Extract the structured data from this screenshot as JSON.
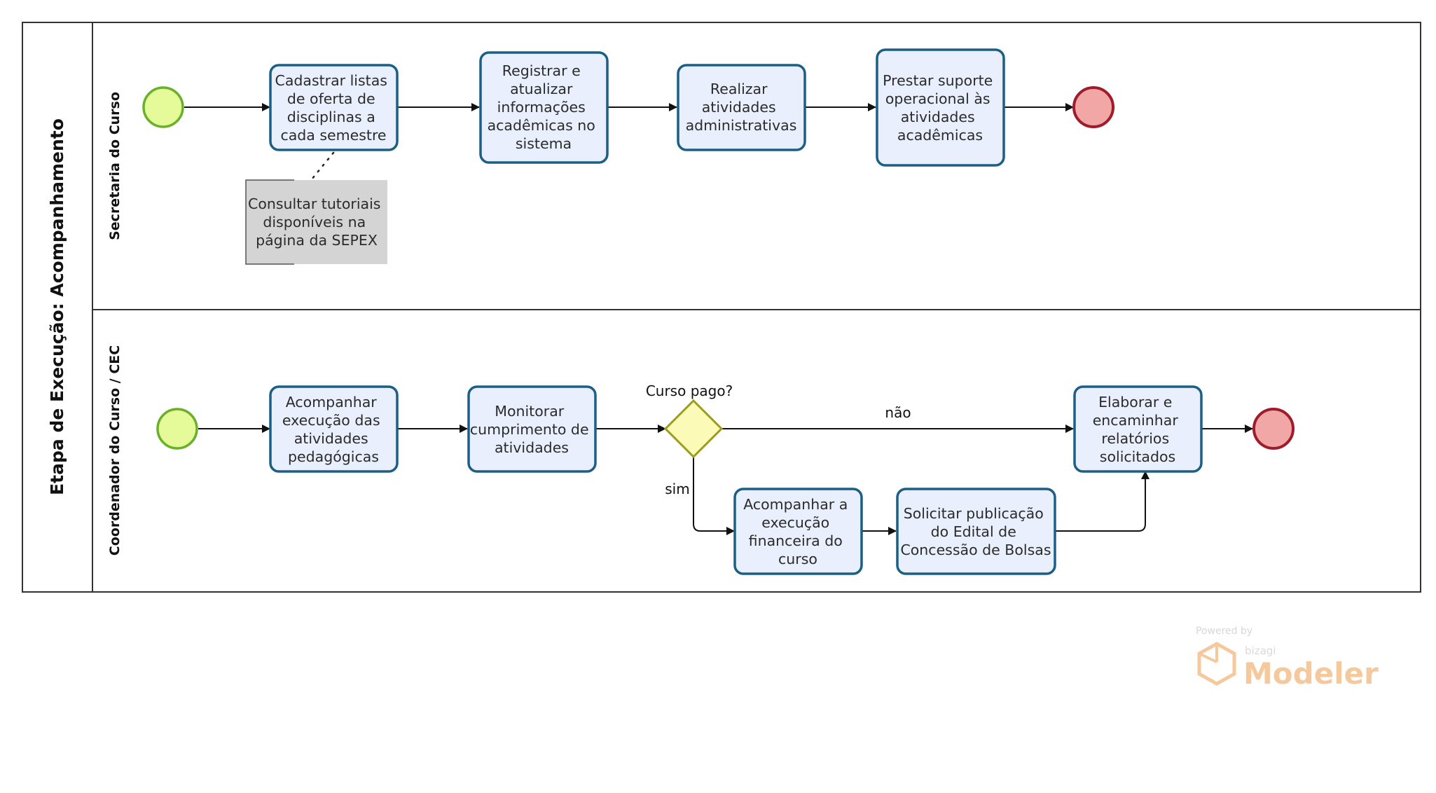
{
  "pool": {
    "title": "Etapa de Execução: Acompanhamento"
  },
  "lanes": [
    {
      "label": "Secretaria do Curso"
    },
    {
      "label": "Coordenador do Curso / CEC"
    }
  ],
  "tasks": {
    "cadastrar": [
      "Cadastrar listas",
      "de oferta de",
      "disciplinas a",
      "cada semestre"
    ],
    "registrar": [
      "Registrar e",
      "atualizar",
      "informações",
      "acadêmicas no",
      "sistema"
    ],
    "realizar": [
      "Realizar",
      "atividades",
      "administrativas"
    ],
    "prestar": [
      "Prestar suporte",
      "operacional às",
      "atividades",
      "acadêmicas"
    ],
    "acompanhar_pedagogicas": [
      "Acompanhar",
      "execução das",
      "atividades",
      "pedagógicas"
    ],
    "monitorar": [
      "Monitorar",
      "cumprimento de",
      "atividades"
    ],
    "acompanhar_financeira": [
      "Acompanhar a",
      "execução",
      "financeira do",
      "curso"
    ],
    "solicitar": [
      "Solicitar publicação",
      "do Edital de",
      "Concessão de Bolsas"
    ],
    "elaborar": [
      "Elaborar e",
      "encaminhar",
      "relatórios",
      "solicitados"
    ]
  },
  "annotation": {
    "lines": [
      "Consultar tutoriais",
      "disponíveis na",
      "página da SEPEX"
    ]
  },
  "gateway": {
    "label": "Curso pago?"
  },
  "flow_labels": {
    "nao": "não",
    "sim": "sim"
  },
  "watermark": {
    "powered": "Powered by",
    "brand_small": "bizagi",
    "product": "Modeler"
  },
  "colors": {
    "task_fill": "#e9effc",
    "task_stroke": "#1b5f86",
    "start_fill": "#e5fb9a",
    "start_stroke": "#6bb02a",
    "end_fill": "#f2a7a7",
    "end_stroke": "#a11c2b",
    "gateway_fill": "#fbfbb7",
    "gateway_stroke": "#9c9c1d",
    "annotation_fill": "#d4d4d4"
  }
}
